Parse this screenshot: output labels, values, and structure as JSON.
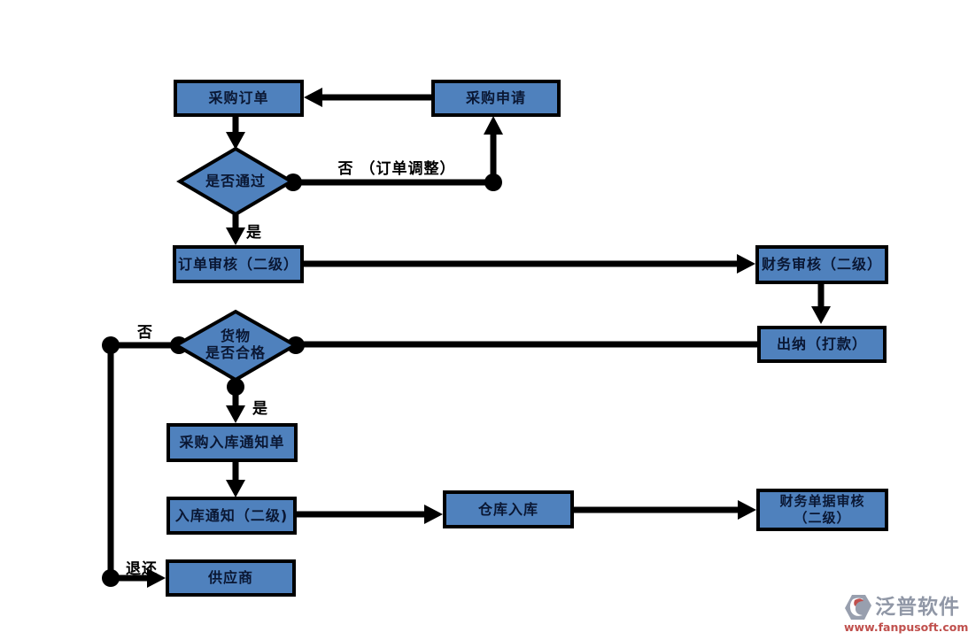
{
  "diagram": {
    "colors": {
      "node_fill": "#4f81bd",
      "node_border": "#000000",
      "node_text": "#0a1733",
      "connector": "#000000"
    },
    "nodes": {
      "purchase_order": {
        "label": "采购订单"
      },
      "purchase_request": {
        "label": "采购申请"
      },
      "pass_check": {
        "label": "是否通过"
      },
      "order_review": {
        "label": "订单审核（二级）"
      },
      "finance_review": {
        "label": "财务审核（二级）"
      },
      "cashier": {
        "label": "出纳（打款）"
      },
      "goods_check": {
        "line1": "货物",
        "line2": "是否合格"
      },
      "purchase_inbound_notice": {
        "label": "采购入库通知单"
      },
      "inbound_notice": {
        "label": "入库通知（二级)"
      },
      "warehouse_inbound": {
        "label": "仓库入库"
      },
      "finance_doc_review": {
        "line1": "财务单据审核",
        "line2": "（二级）"
      },
      "supplier": {
        "label": "供应商"
      }
    },
    "edge_labels": {
      "order_adjust": "否 （订单调整）",
      "pass_yes": "是",
      "goods_no": "否",
      "goods_yes": "是",
      "return": "退还"
    }
  },
  "watermark": {
    "brand": "泛普软件",
    "url": "www.fanpusoft.com",
    "brand_color": "#9097a6",
    "url_color": "#c0504d"
  }
}
